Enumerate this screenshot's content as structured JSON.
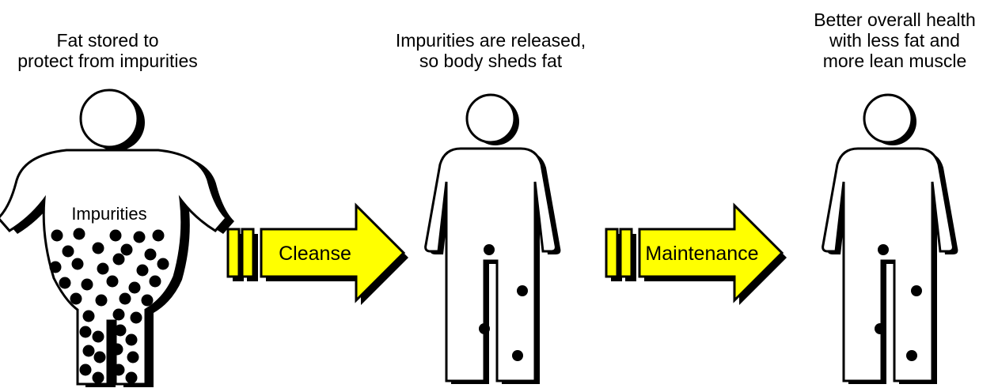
{
  "stages": [
    {
      "caption": "Fat stored to\nprotect from impurities",
      "body_label": "Impurities"
    },
    {
      "caption": "Impurities are released,\nso body sheds fat"
    },
    {
      "caption": "Better overall health\nwith less fat and\nmore lean muscle"
    }
  ],
  "arrows": [
    {
      "label": "Cleanse"
    },
    {
      "label": "Maintenance"
    }
  ],
  "colors": {
    "arrow_fill": "#ffff00",
    "outline": "#000000",
    "figure_fill": "#ffffff"
  }
}
